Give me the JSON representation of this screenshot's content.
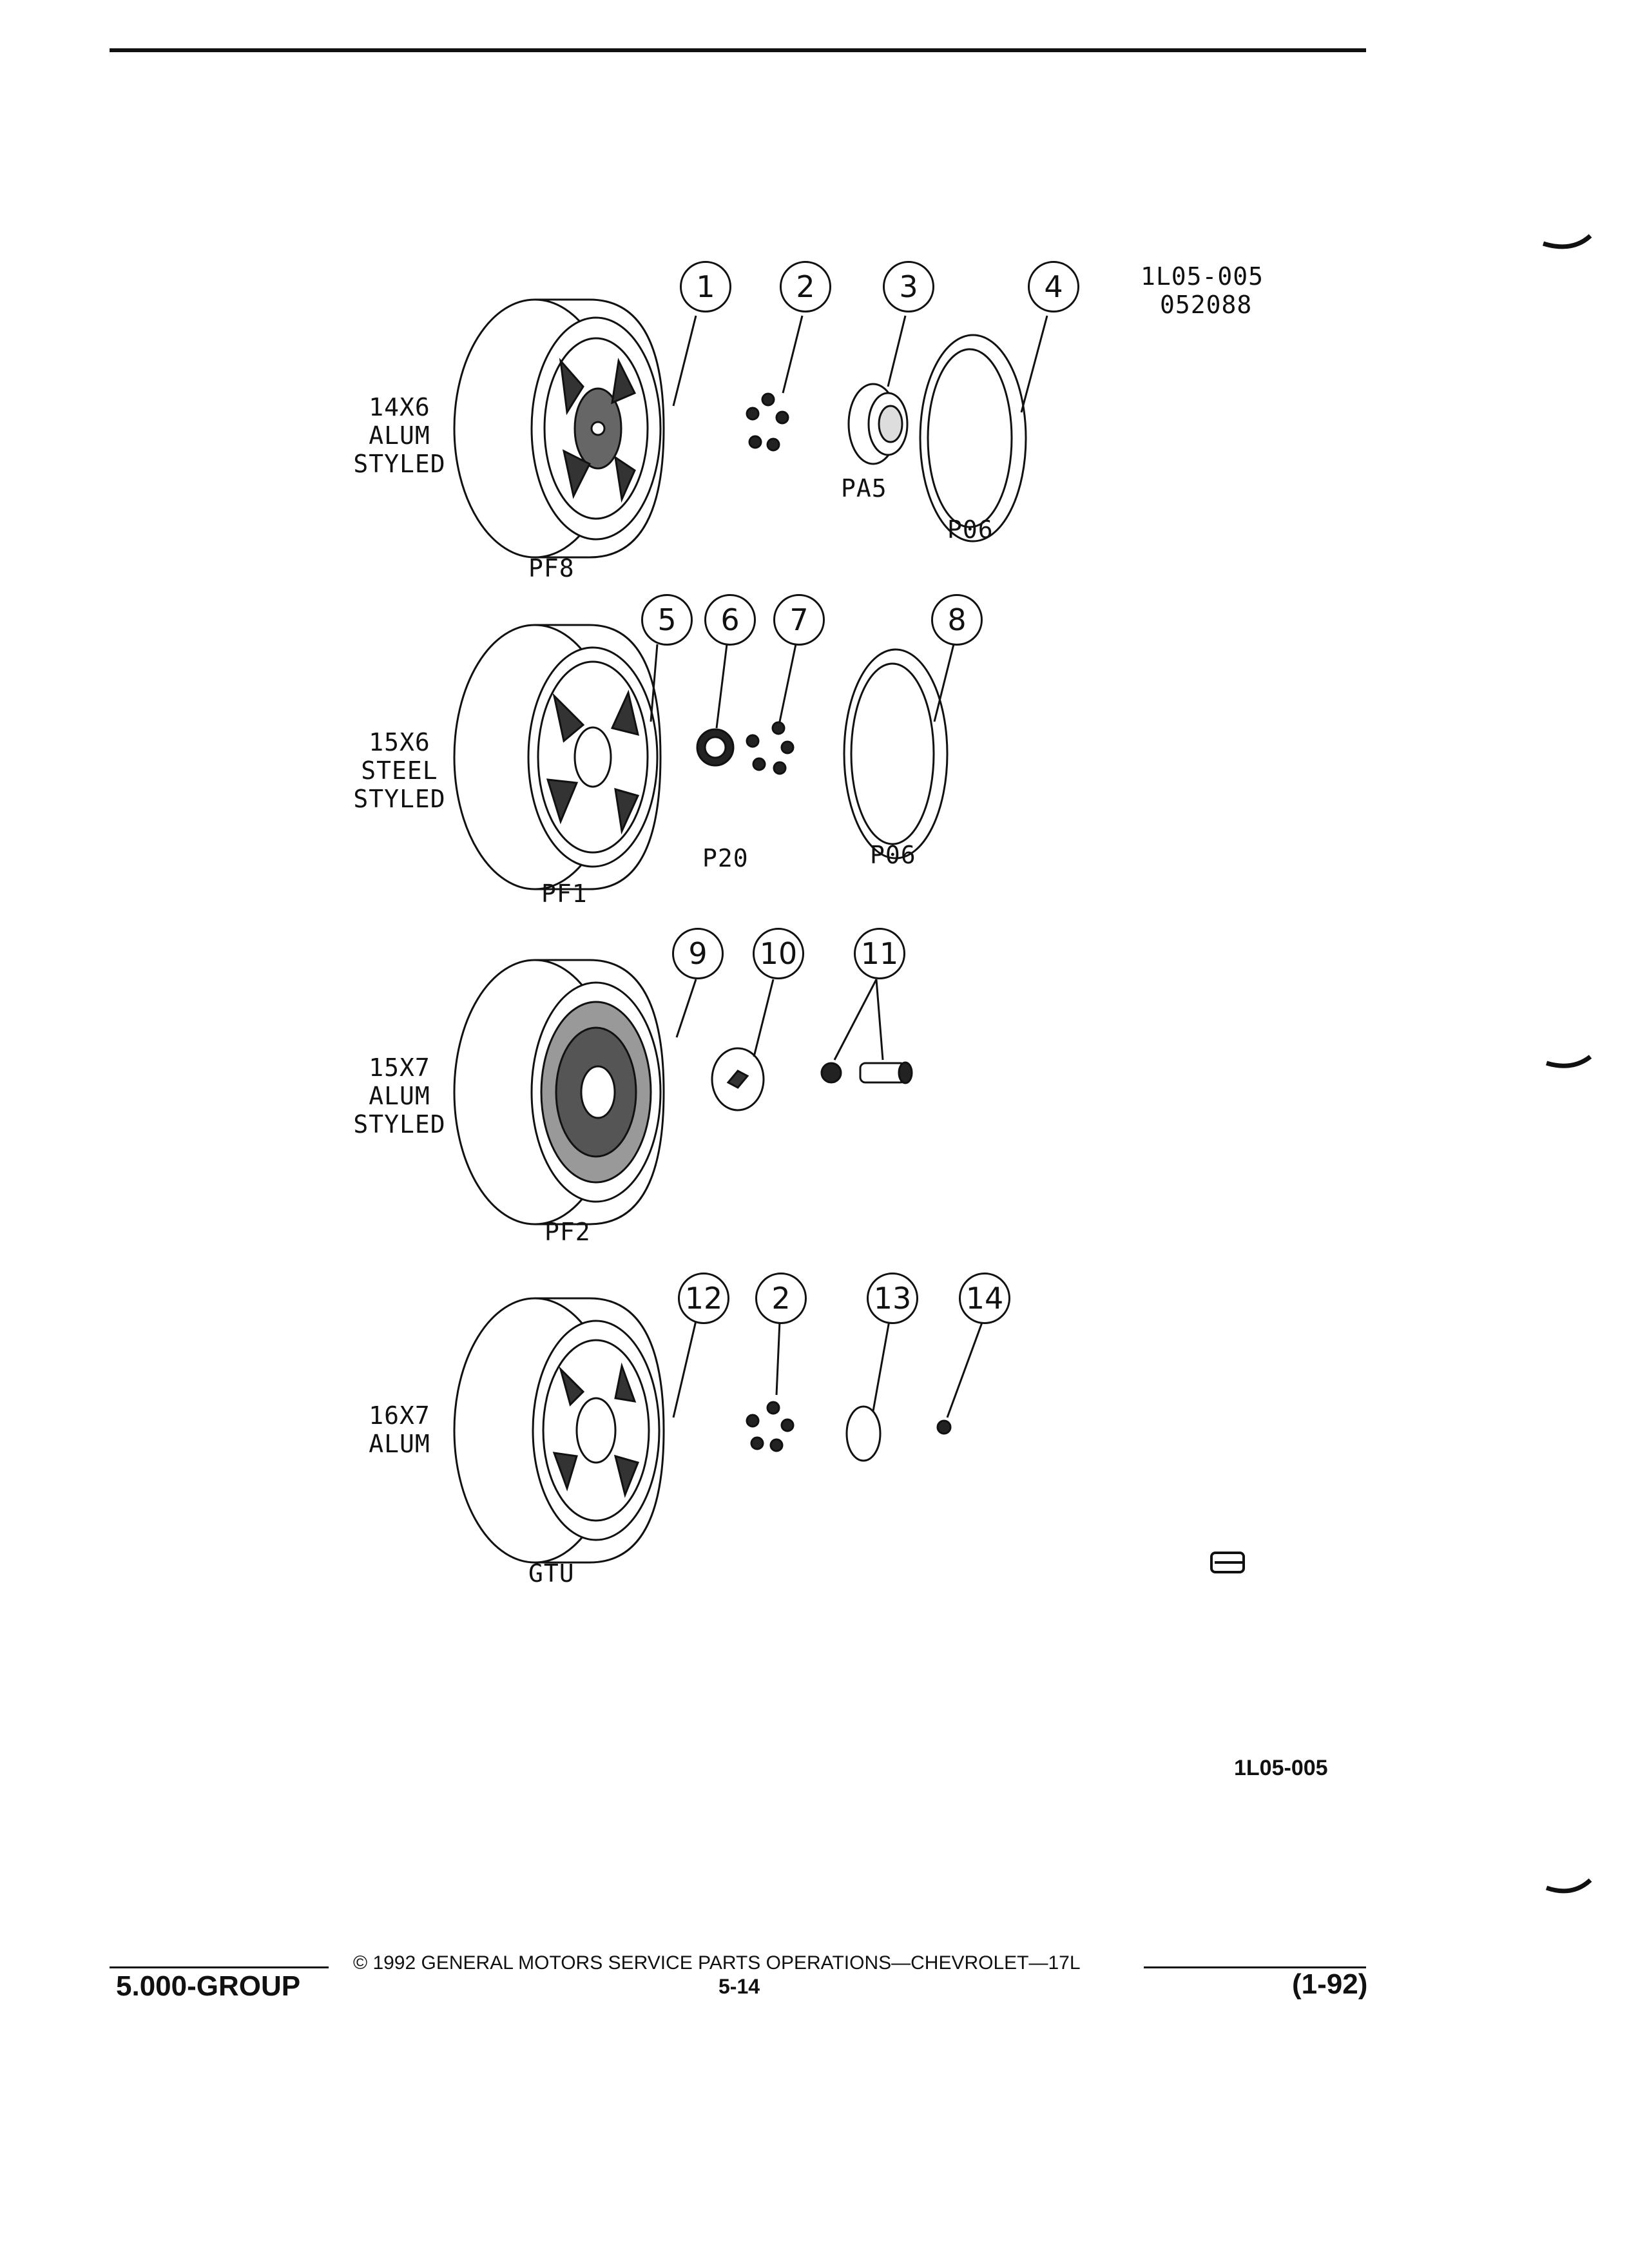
{
  "doc_id": "1L05-005",
  "doc_date": "052088",
  "rows": [
    {
      "spec_lines": [
        "14X6",
        "ALUM",
        "STYLED"
      ],
      "wheel_code": "PF8",
      "callouts": [
        "1",
        "2",
        "3",
        "4"
      ],
      "part_codes": [
        "PA5",
        "P06"
      ]
    },
    {
      "spec_lines": [
        "15X6",
        "STEEL",
        "STYLED"
      ],
      "wheel_code": "PF1",
      "callouts": [
        "5",
        "6",
        "7",
        "8"
      ],
      "part_codes": [
        "P20",
        "P06"
      ]
    },
    {
      "spec_lines": [
        "15X7",
        "ALUM",
        "STYLED"
      ],
      "wheel_code": "PF2",
      "callouts": [
        "9",
        "10",
        "11"
      ],
      "part_codes": []
    },
    {
      "spec_lines": [
        "16X7",
        "ALUM"
      ],
      "wheel_code": "GTU",
      "callouts": [
        "12",
        "2",
        "13",
        "14"
      ],
      "part_codes": []
    }
  ],
  "figure_ref": "1L05-005",
  "footer": {
    "group": "5.000-GROUP",
    "copyright": "© 1992 GENERAL MOTORS SERVICE PARTS OPERATIONS—CHEVROLET—17L",
    "page": "5-14",
    "revision": "(1-92)"
  }
}
